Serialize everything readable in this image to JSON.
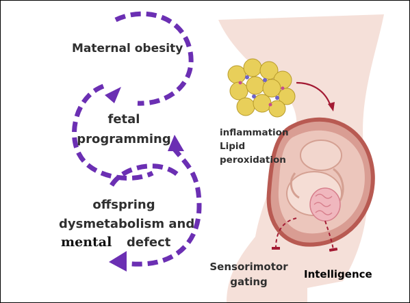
{
  "cycle": {
    "stage1": "Maternal obesity",
    "stage2_line1": "fetal",
    "stage2_line2": "programming",
    "stage3_line1": "offspring",
    "stage3_line2": "dysmetabolism and",
    "stage3_word_mental": "mental",
    "stage3_word_defect": "defect"
  },
  "fat_effects": {
    "line1": "inflammation",
    "line2": "Lipid",
    "line3": "peroxidation"
  },
  "outcomes": {
    "sensorimotor_line1": "Sensorimotor",
    "sensorimotor_line2": "gating",
    "intelligence": "Intelligence"
  },
  "colors": {
    "cycle_arrow": "#6b2fb3",
    "inhibition_arrow": "#a31a33",
    "skin": "#efcbbf",
    "uterus": "#d99d93",
    "fat_cells": "#e8cf5a",
    "brain": "#f0b7be"
  },
  "icons": {
    "cycle": "dashed-circular-arrows",
    "fat": "adipose-tissue-cluster",
    "pregnancy": "pregnant-torso-with-fetus",
    "brain": "fetal-brain"
  }
}
